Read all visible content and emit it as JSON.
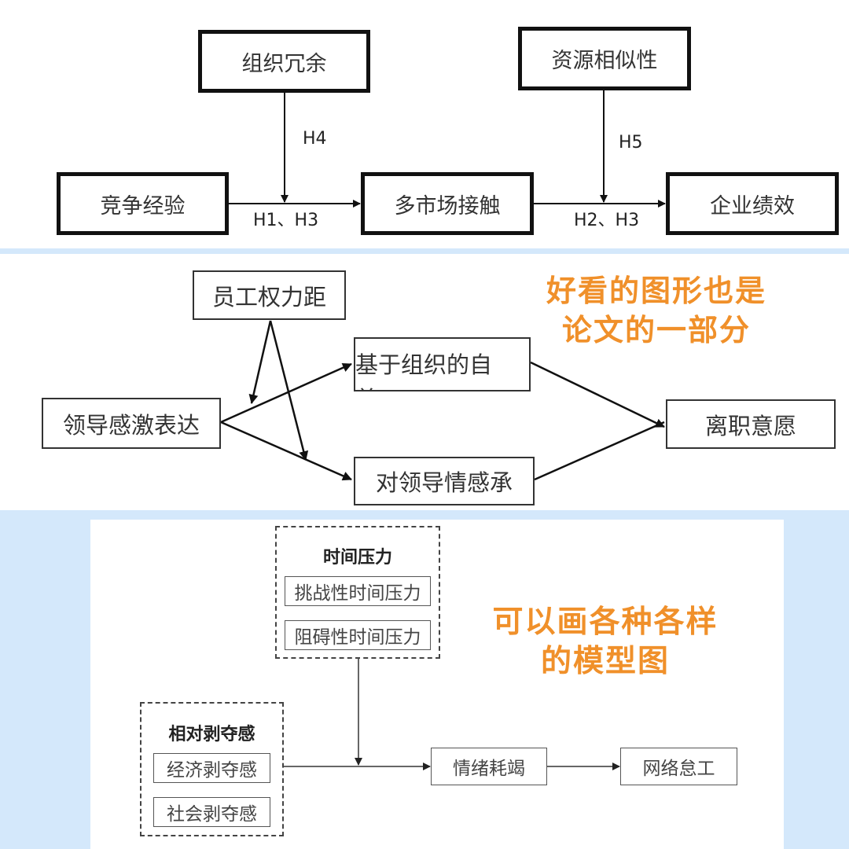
{
  "diagram1": {
    "top_left": "组织冗余",
    "top_right": "资源相似性",
    "left": "竞争经验",
    "middle": "多市场接触",
    "right": "企业绩效",
    "h4": "H4",
    "h5": "H5",
    "h1h3": "H1、H3",
    "h2h3": "H2、H3"
  },
  "diagram2": {
    "top": "员工权力距",
    "left": "领导感激表达",
    "upper_mid": "基于组织的自",
    "upper_mid_cut": "尊",
    "lower_mid": "对领导情感承",
    "right": "离职意愿"
  },
  "caption1": [
    "好看的图形也是",
    "论文的一部分"
  ],
  "diagram3": {
    "group_time": "时间压力",
    "time_items": [
      "挑战性时间压力",
      "阻碍性时间压力"
    ],
    "group_rel": "相对剥夺感",
    "rel_items": [
      "经济剥夺感",
      "社会剥夺感"
    ],
    "mediator": "情绪耗竭",
    "outcome": "网络怠工"
  },
  "caption2": [
    "可以画各种各样",
    "的模型图"
  ]
}
